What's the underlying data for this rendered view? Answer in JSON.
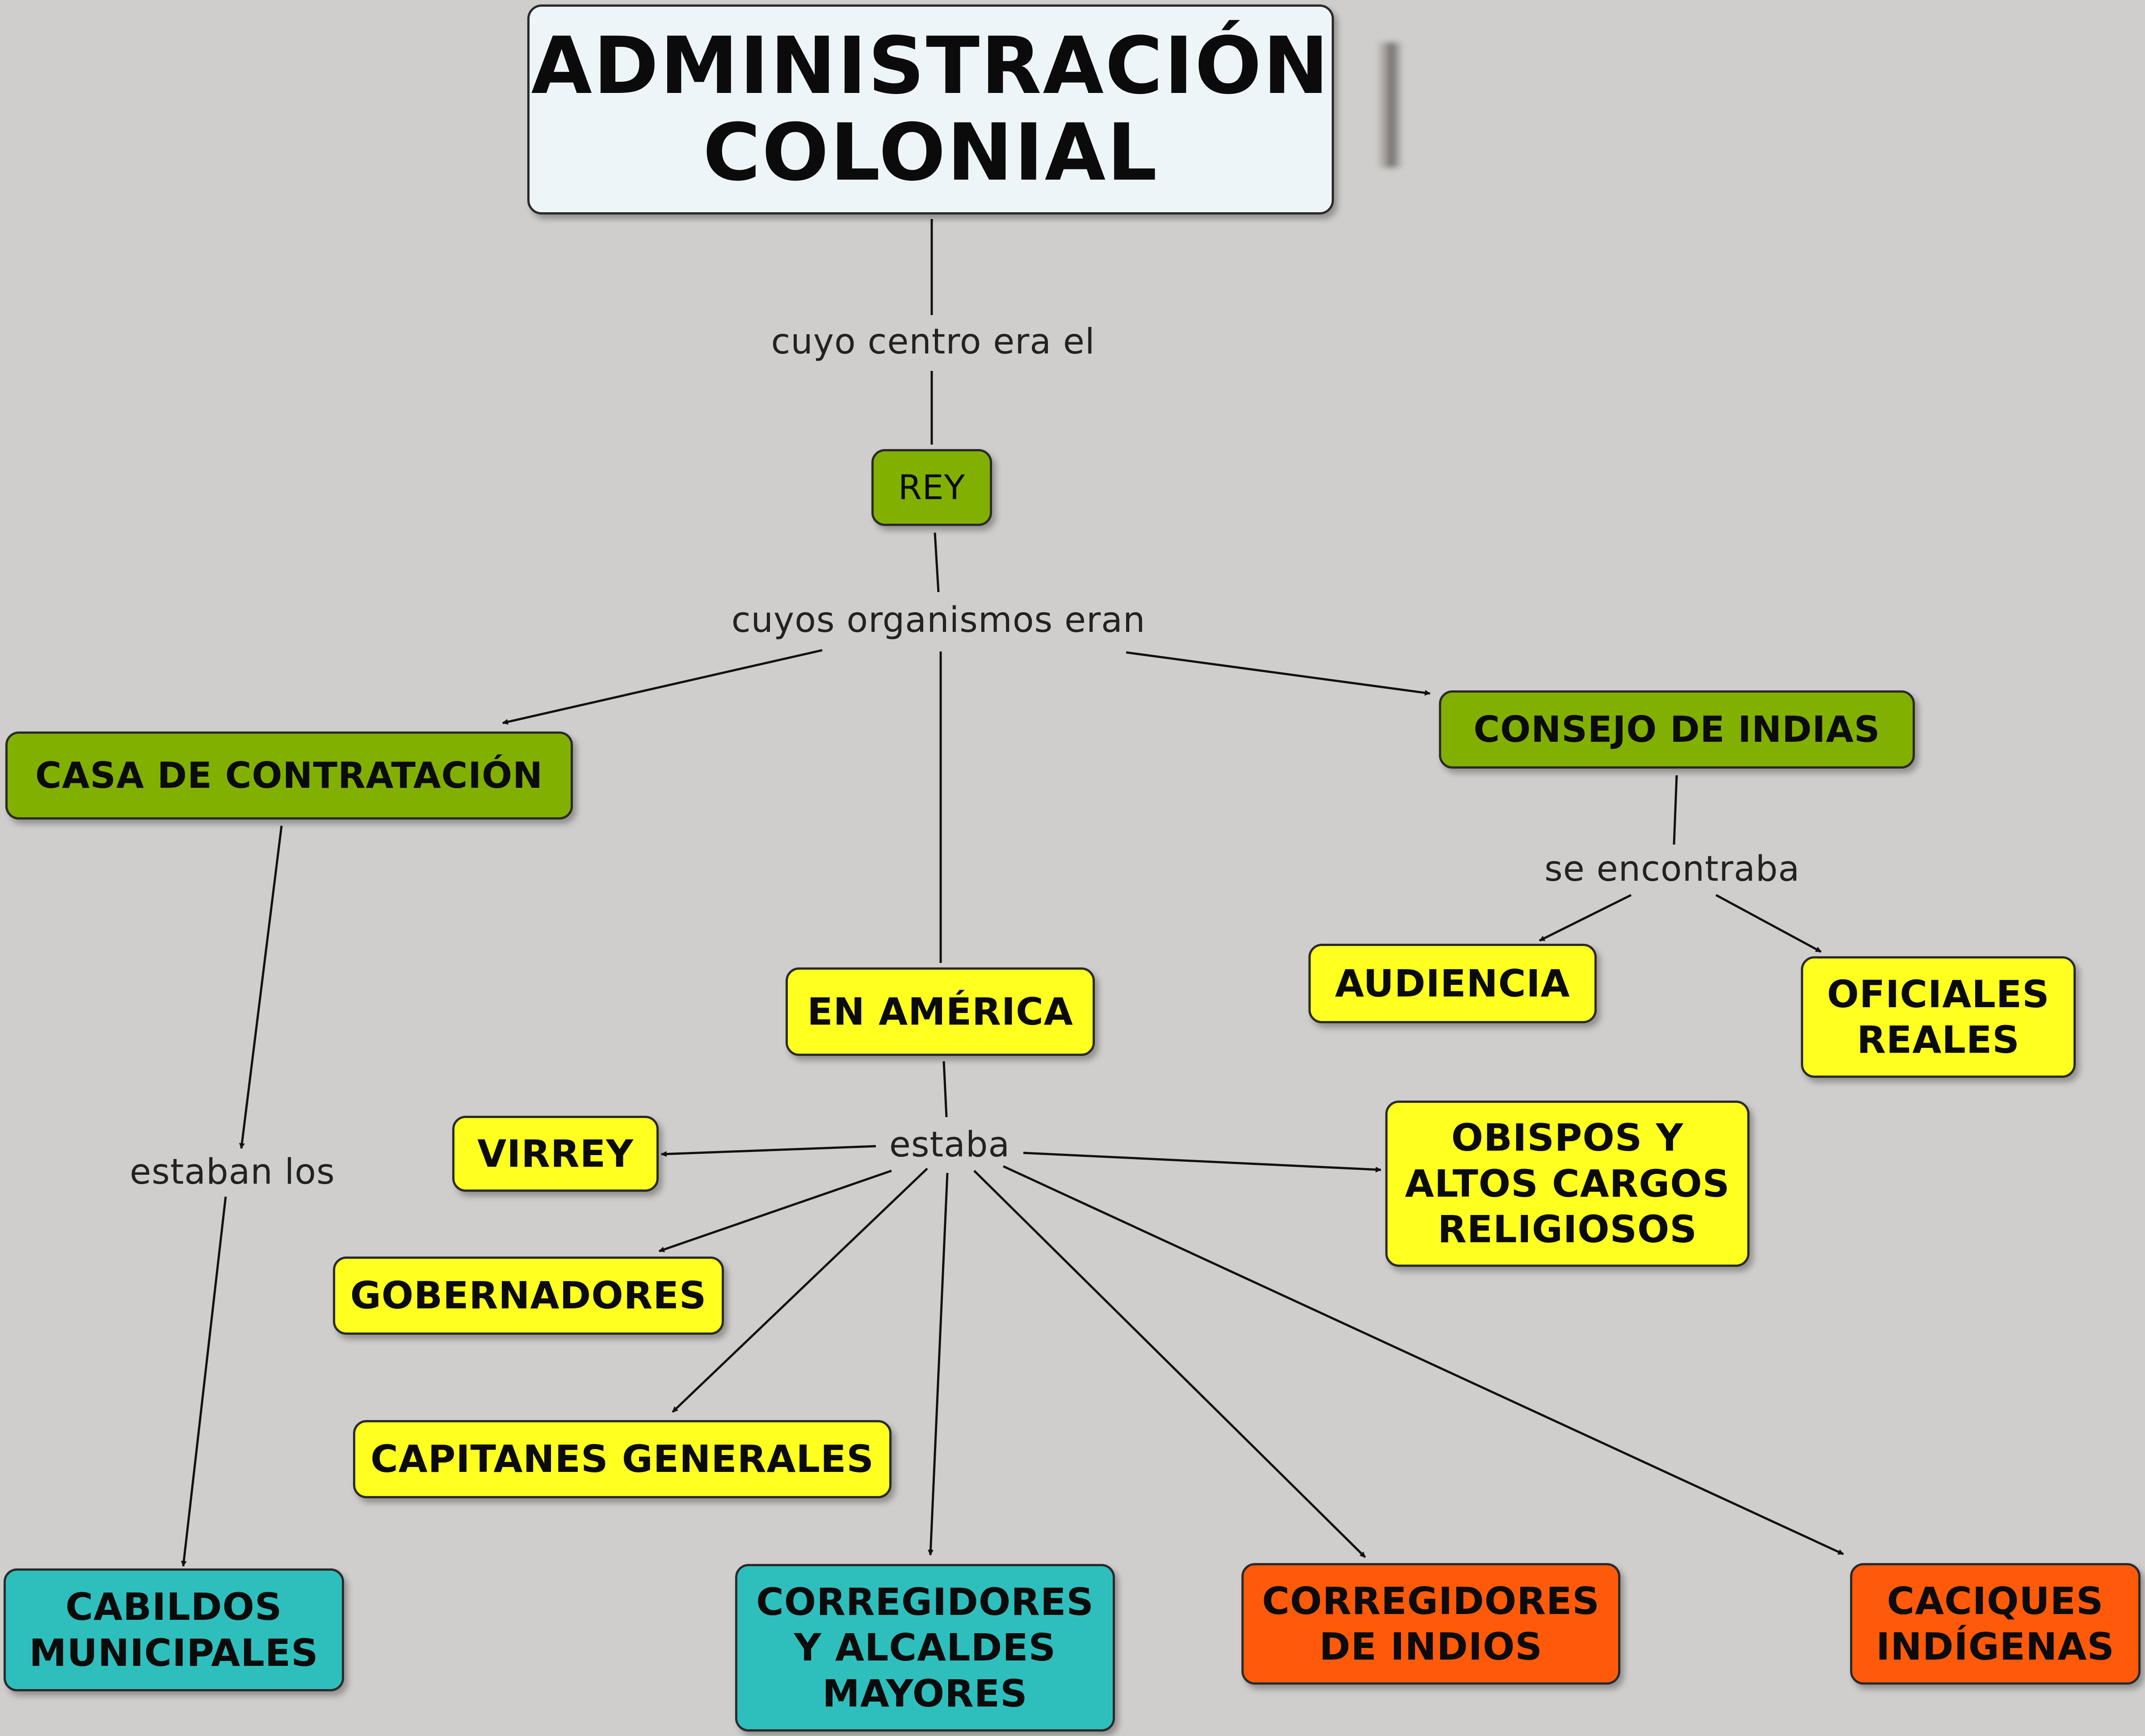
{
  "title": {
    "line1": "ADMINISTRACIÓN",
    "line2": "COLONIAL"
  },
  "nodes": {
    "rey": "REY",
    "casa_contratacion": "CASA DE CONTRATACIÓN",
    "consejo_indias": "CONSEJO DE INDIAS",
    "en_america": "EN AMÉRICA",
    "audiencia": "AUDIENCIA",
    "oficiales_reales": "OFICIALES\nREALES",
    "virrey": "VIRREY",
    "obispos": "OBISPOS Y\nALTOS CARGOS\nRELIGIOSOS",
    "gobernadores": "GOBERNADORES",
    "capitanes": "CAPITANES GENERALES",
    "cabildos": "CABILDOS\nMUNICIPALES",
    "corregidores_alcaldes": "CORREGIDORES\nY ALCALDES\nMAYORES",
    "corregidores_indios": "CORREGIDORES\nDE INDIOS",
    "caciques": "CACIQUES\nINDÍGENAS"
  },
  "links": {
    "cuyo_centro": "cuyo centro era el",
    "cuyos_organismos": "cuyos organismos eran",
    "se_encontraba": "se encontraba",
    "estaban_los": "estaban los",
    "estaba": "estaba"
  },
  "colors": {
    "background": "#cfcecc",
    "title": "#eef5f8",
    "green": "#82b000",
    "yellow": "#ffff20",
    "teal": "#2ebfbd",
    "orange": "#ff5a0a",
    "line": "#111111"
  }
}
